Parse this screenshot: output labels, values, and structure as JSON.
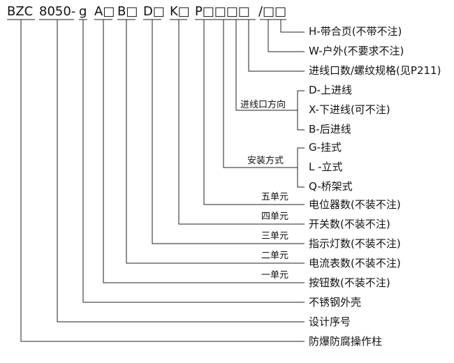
{
  "code": {
    "segments": [
      "BZC",
      "8050-",
      "g",
      "A□",
      "B□",
      "D□",
      "K□",
      "P□□□□",
      "/□□"
    ]
  },
  "items": {
    "h": "H-带合页(不带不注)",
    "w": "W-户外(不要求不注)",
    "thread": "进线口数/螺纹规格(见P211)",
    "d": "D-上进线",
    "x": "X-下进线(可不注)",
    "b": "B-后进线",
    "g": "G-挂式",
    "l": "L -立式",
    "q": "Q-桥架式",
    "pot": "电位器数(不装不注)",
    "switch": "开关数(不装不注)",
    "lamp": "指示灯数(不装不注)",
    "meter": "电流表数(不装不注)",
    "button": "按钮数(不装不注)",
    "steel": "不锈钢外壳",
    "design": "设计序号",
    "column": "防爆防腐操作柱"
  },
  "group_labels": {
    "inlet_dir": "进线口方向",
    "mount": "安装方式"
  },
  "unit_labels": {
    "u5": "五单元",
    "u4": "四单元",
    "u3": "三单元",
    "u2": "二单元",
    "u1": "一单元"
  }
}
